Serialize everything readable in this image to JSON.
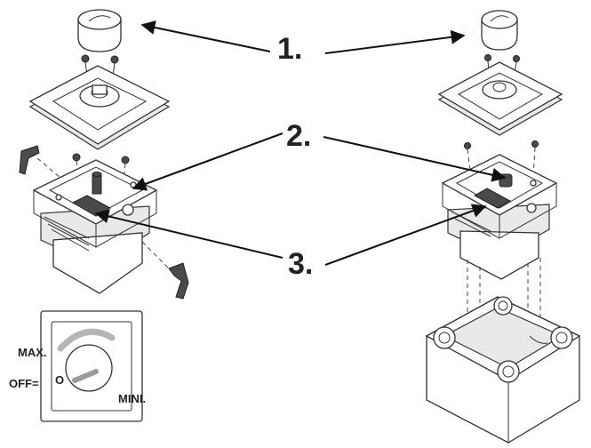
{
  "callouts": {
    "one": "1.",
    "two": "2.",
    "three": "3."
  },
  "dial": {
    "max_label": "MAX.",
    "off_label": "OFF=",
    "zero_label": "O",
    "min_label": "MINI."
  },
  "colors": {
    "line": "#333333",
    "arrow": "#111111",
    "knob_shading": "#b5b5b5",
    "dark_parts": "#4a4a4a"
  }
}
